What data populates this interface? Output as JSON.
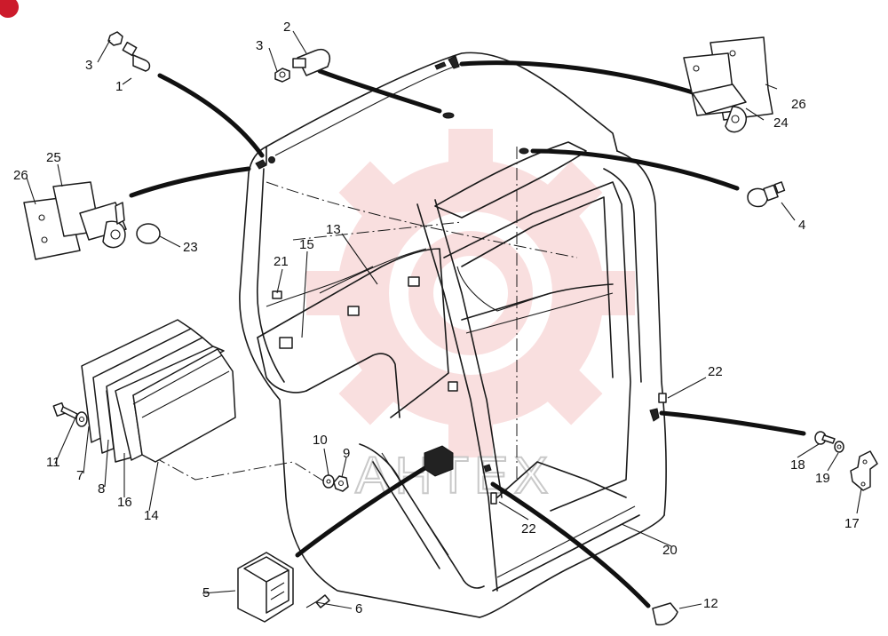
{
  "watermark": {
    "text": "АНТЕХ",
    "color": "#f5c6c6"
  },
  "accent_color": "#cc1b2b",
  "callouts": [
    {
      "id": "c1",
      "label": "1"
    },
    {
      "id": "c2",
      "label": "2"
    },
    {
      "id": "c3a",
      "label": "3"
    },
    {
      "id": "c3b",
      "label": "3"
    },
    {
      "id": "c4",
      "label": "4"
    },
    {
      "id": "c5",
      "label": "5"
    },
    {
      "id": "c6",
      "label": "6"
    },
    {
      "id": "c7",
      "label": "7"
    },
    {
      "id": "c8",
      "label": "8"
    },
    {
      "id": "c9",
      "label": "9"
    },
    {
      "id": "c10",
      "label": "10"
    },
    {
      "id": "c11",
      "label": "11"
    },
    {
      "id": "c12",
      "label": "12"
    },
    {
      "id": "c13",
      "label": "13"
    },
    {
      "id": "c14",
      "label": "14"
    },
    {
      "id": "c15",
      "label": "15"
    },
    {
      "id": "c16",
      "label": "16"
    },
    {
      "id": "c17",
      "label": "17"
    },
    {
      "id": "c18",
      "label": "18"
    },
    {
      "id": "c19",
      "label": "19"
    },
    {
      "id": "c20",
      "label": "20"
    },
    {
      "id": "c21",
      "label": "21"
    },
    {
      "id": "c22a",
      "label": "22"
    },
    {
      "id": "c22b",
      "label": "22"
    },
    {
      "id": "c23",
      "label": "23"
    },
    {
      "id": "c24",
      "label": "24"
    },
    {
      "id": "c25",
      "label": "25"
    },
    {
      "id": "c26a",
      "label": "26"
    },
    {
      "id": "c26b",
      "label": "26"
    }
  ]
}
